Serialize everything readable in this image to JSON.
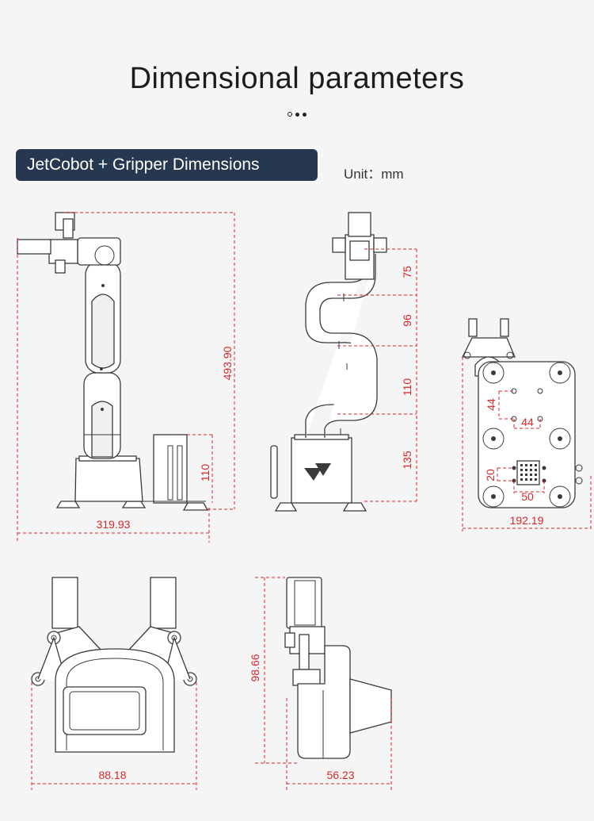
{
  "page_title": "Dimensional parameters",
  "section_banner": "JetCobot + Gripper Dimensions",
  "unit_label": "Unit：mm",
  "colors": {
    "banner_bg": "#263750",
    "dimension_red": "#d8282a",
    "line_dark": "#3a3a3a",
    "background": "#f5f5f5"
  },
  "dimensions": {
    "side_view": {
      "total_height": "493.90",
      "base_width": "319.93",
      "box_height": "110"
    },
    "front_view": {
      "segment_1": "75",
      "segment_2": "96",
      "segment_3": "110",
      "segment_4": "135"
    },
    "base_plate": {
      "width": "192.19",
      "hole_y": "44",
      "hole_x": "44",
      "port_height": "20",
      "port_width": "50"
    },
    "gripper_front": {
      "width": "88.18"
    },
    "gripper_side": {
      "height": "98.66",
      "depth": "56.23"
    }
  }
}
